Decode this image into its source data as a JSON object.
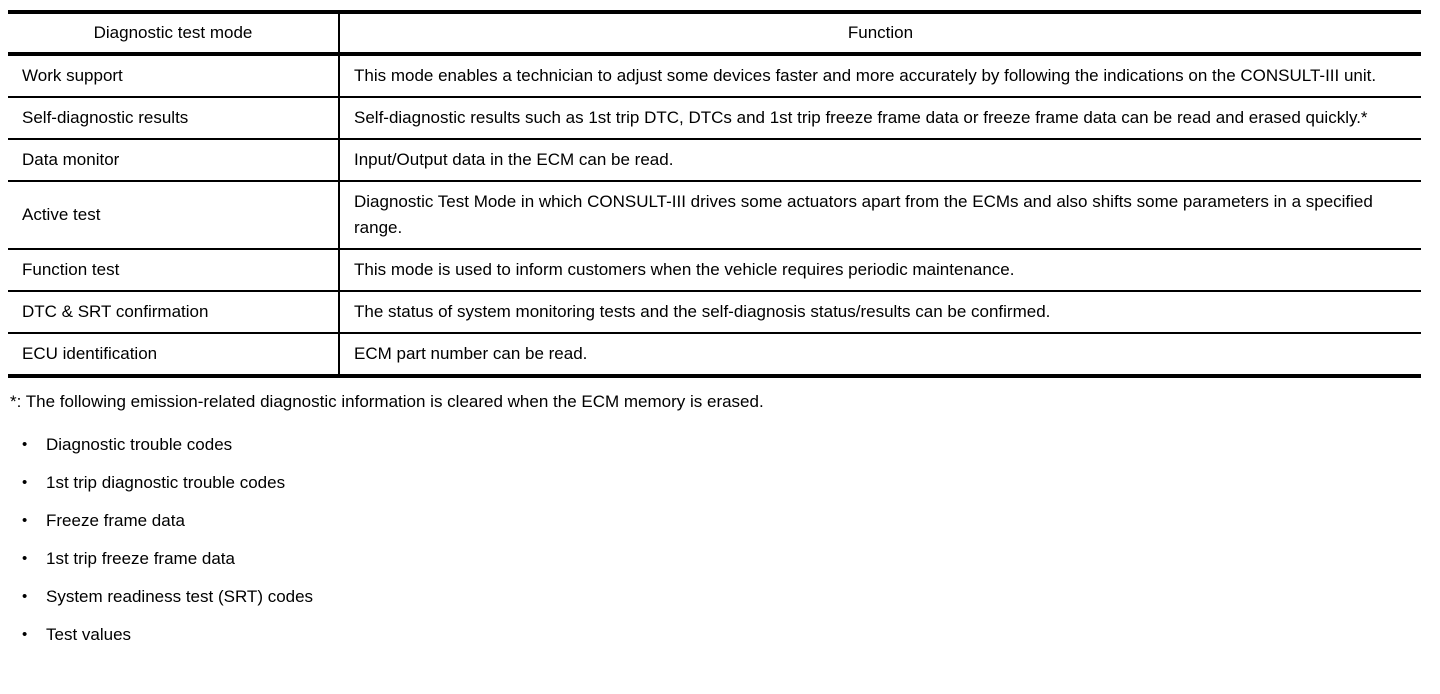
{
  "table": {
    "headers": [
      "Diagnostic test mode",
      "Function"
    ],
    "rows": [
      {
        "mode": "Work support",
        "function": "This mode enables a technician to adjust some devices faster and more accurately by following the indications on the CONSULT-III unit."
      },
      {
        "mode": "Self-diagnostic results",
        "function": "Self-diagnostic results such as 1st trip DTC, DTCs and 1st trip freeze frame data or freeze frame data can be read and erased quickly.*"
      },
      {
        "mode": "Data monitor",
        "function": "Input/Output data in the ECM can be read."
      },
      {
        "mode": "Active test",
        "function": "Diagnostic Test Mode in which CONSULT-III drives some actuators apart from the ECMs and also shifts some parameters in a specified range."
      },
      {
        "mode": "Function test",
        "function": "This mode is used to inform customers when the vehicle requires periodic maintenance."
      },
      {
        "mode": "DTC & SRT confirmation",
        "function": "The status of system monitoring tests and the self-diagnosis status/results can be confirmed."
      },
      {
        "mode": "ECU identification",
        "function": "ECM part number can be read."
      }
    ]
  },
  "footnote": "*: The following emission-related diagnostic information is cleared when the ECM memory is erased.",
  "bullet_icon": "•",
  "bullets": [
    "Diagnostic trouble codes",
    "1st trip diagnostic trouble codes",
    "Freeze frame data",
    "1st trip freeze frame data",
    "System readiness test (SRT) codes",
    "Test values"
  ]
}
